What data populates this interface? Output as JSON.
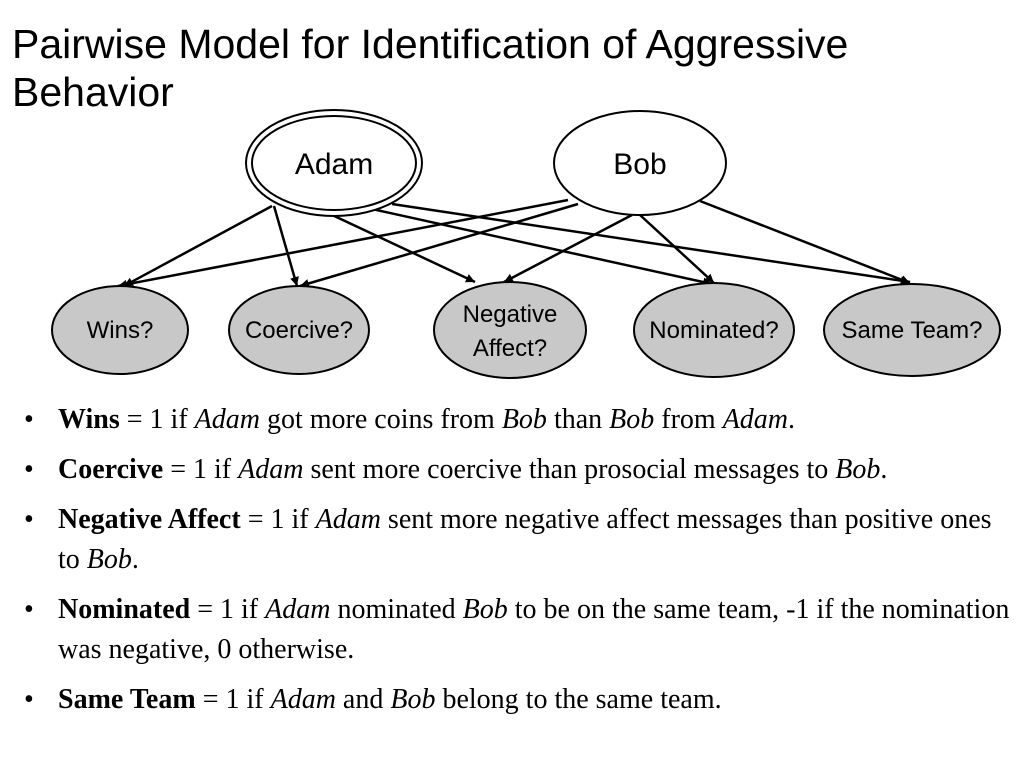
{
  "title": "Pairwise Model for Identification of Aggressive Behavior",
  "nodes": {
    "adam": "Adam",
    "bob": "Bob",
    "wins": "Wins?",
    "coercive": "Coercive?",
    "negative_affect_line1": "Negative",
    "negative_affect_line2": "Affect?",
    "nominated": "Nominated?",
    "same_team": "Same Team?"
  },
  "edges": [
    {
      "from": "Adam",
      "to": "Wins?"
    },
    {
      "from": "Adam",
      "to": "Coercive?"
    },
    {
      "from": "Adam",
      "to": "Negative Affect?"
    },
    {
      "from": "Adam",
      "to": "Nominated?"
    },
    {
      "from": "Adam",
      "to": "Same Team?"
    },
    {
      "from": "Bob",
      "to": "Wins?"
    },
    {
      "from": "Bob",
      "to": "Coercive?"
    },
    {
      "from": "Bob",
      "to": "Negative Affect?"
    },
    {
      "from": "Bob",
      "to": "Nominated?"
    },
    {
      "from": "Bob",
      "to": "Same Team?"
    }
  ],
  "colors": {
    "observed_node_fill": "#c8c8c8",
    "latent_node_fill": "#ffffff",
    "stroke": "#000000"
  },
  "bullets": [
    {
      "bold": "Wins",
      "t1": " = 1 if ",
      "i1": "Adam",
      "t2": " got more coins from ",
      "i2": "Bob",
      "t3": " than ",
      "i3": "Bob",
      "t4": " from ",
      "i4": "Adam",
      "t5": "."
    },
    {
      "bold": "Coercive",
      "t1": " = 1 if ",
      "i1": "Adam",
      "t2": " sent more coercive than prosocial messages to ",
      "i2": "Bob",
      "t3": "."
    },
    {
      "bold": "Negative Affect",
      "t1": " = 1 if ",
      "i1": "Adam",
      "t2": " sent more negative affect messages than positive ones to ",
      "i2": "Bob",
      "t3": "."
    },
    {
      "bold": "Nominated",
      "t1": " = 1 if ",
      "i1": "Adam",
      "t2": " nominated ",
      "i2": "Bob",
      "t3": " to be on the same team, -1 if the nomination was negative, 0 otherwise."
    },
    {
      "bold": "Same Team",
      "t1": " = 1 if ",
      "i1": "Adam",
      "t2": " and ",
      "i2": "Bob",
      "t3": " belong to the same team."
    }
  ],
  "bullet_char": "•"
}
